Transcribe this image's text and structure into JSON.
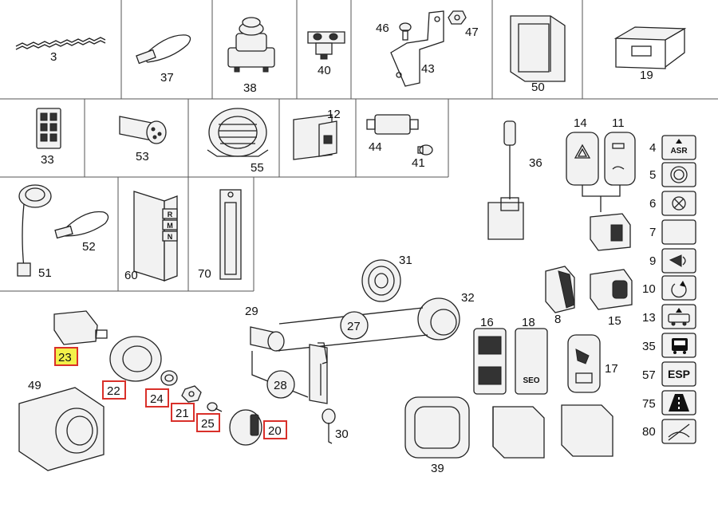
{
  "diagram": {
    "highlight": {
      "selected_color": "#f3f04a",
      "box_color": "#d9302a",
      "selected": "23",
      "boxed": [
        "22",
        "24",
        "21",
        "25",
        "20"
      ]
    },
    "labels": {
      "p3": "3",
      "p37": "37",
      "p38": "38",
      "p40": "40",
      "p46": "46",
      "p47": "47",
      "p43": "43",
      "p50": "50",
      "p19": "19",
      "p33": "33",
      "p53": "53",
      "p55": "55",
      "p12": "12",
      "p44": "44",
      "p41": "41",
      "p36": "36",
      "p14": "14",
      "p11": "11",
      "p51": "51",
      "p52": "52",
      "p60": "60",
      "p70": "70",
      "p31": "31",
      "p29": "29",
      "p27": "27",
      "p32": "32",
      "p28": "28",
      "p30": "30",
      "p16": "16",
      "p18": "18",
      "p17": "17",
      "p8": "8",
      "p15": "15",
      "p39": "39",
      "p49": "49",
      "p23": "23",
      "p22": "22",
      "p24": "24",
      "p21": "21",
      "p25": "25",
      "p20": "20",
      "r4": "4",
      "r5": "5",
      "r6": "6",
      "r7": "7",
      "r9": "9",
      "r10": "10",
      "r13": "13",
      "r35": "35",
      "r57": "57",
      "r75": "75",
      "r80": "80"
    },
    "icon_texts": {
      "asr": "ASR",
      "esp": "ESP",
      "seo": "SEO",
      "p60_r": "R",
      "p60_m": "M",
      "p60_n": "N"
    },
    "icons": [
      "asr-icon",
      "parking-brake-icon",
      "crossed-circle-icon",
      "blank-icon",
      "horn-icon",
      "rotation-icon",
      "vehicle-icon",
      "bus-icon",
      "esp-icon",
      "lane-icon",
      "traction-off-icon"
    ]
  }
}
